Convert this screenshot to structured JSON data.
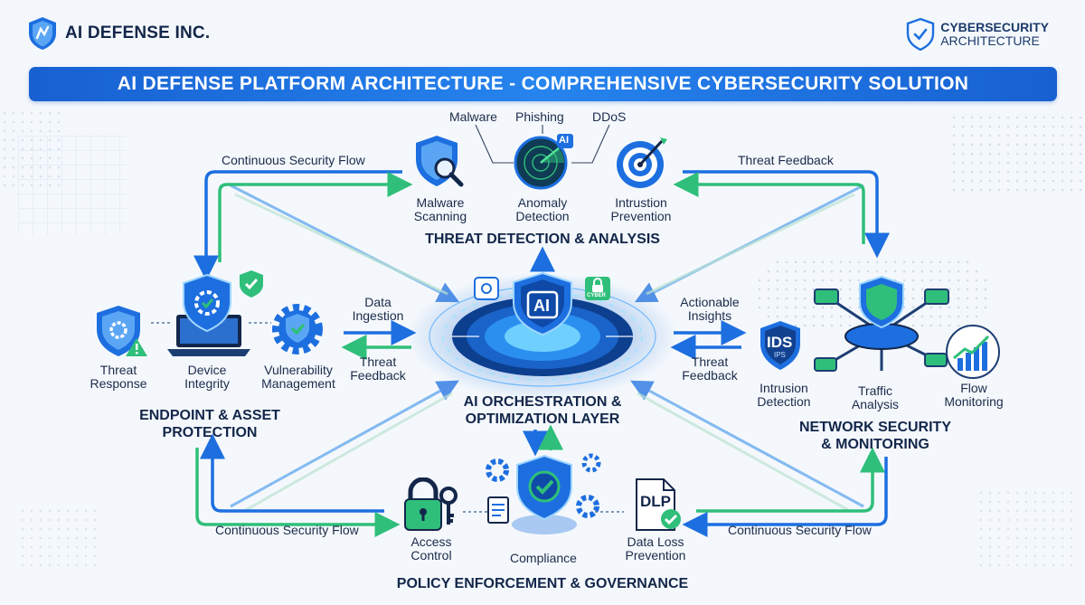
{
  "header": {
    "company": "AI DEFENSE INC.",
    "badge_line1": "CYBERSECURITY",
    "badge_line2": "ARCHITECTURE",
    "banner": "AI DEFENSE PLATFORM ARCHITECTURE - COMPREHENSIVE CYBERSECURITY SOLUTION"
  },
  "threat_detection": {
    "title": "THREAT DETECTION & ANALYSIS",
    "tags": [
      "Malware",
      "Phishing",
      "DDoS"
    ],
    "items": [
      {
        "line1": "Malware",
        "line2": "Scanning",
        "icon": "shield-magnifier-icon"
      },
      {
        "line1": "Anomaly",
        "line2": "Detection",
        "icon": "radar-icon"
      },
      {
        "line1": "Intrustion",
        "line2": "Prevention",
        "icon": "target-icon"
      }
    ],
    "radar_badge": "AI"
  },
  "core": {
    "title_line1": "AI ORCHESTRATION &",
    "title_line2": "OPTIMIZATION LAYER",
    "shield_text": "AI",
    "badge": "CYBER"
  },
  "endpoint": {
    "title_line1": "ENDPOINT & ASSET",
    "title_line2": "PROTECTION",
    "items": [
      {
        "line1": "Threat",
        "line2": "Response",
        "icon": "shield-gear-warning-icon"
      },
      {
        "line1": "Device",
        "line2": "Integrity",
        "icon": "laptop-shield-icon"
      },
      {
        "line1": "Vulnerability",
        "line2": "Management",
        "icon": "gear-shield-icon"
      }
    ]
  },
  "network": {
    "title_line1": "NETWORK SECURITY",
    "title_line2": "& MONITORING",
    "ids": "IDS",
    "ips": "IPS",
    "items": [
      {
        "line1": "Intrusion",
        "line2": "Detection",
        "icon": "ids-shield-icon"
      },
      {
        "line1": "Traffic",
        "line2": "Analysis",
        "icon": "network-hub-icon"
      },
      {
        "line1": "Flow",
        "line2": "Monitoring",
        "icon": "chart-icon"
      }
    ]
  },
  "policy": {
    "title": "POLICY ENFORCEMENT & GOVERNANCE",
    "dlp": "DLP",
    "items": [
      {
        "line1": "Access",
        "line2": "Control",
        "icon": "padlock-keys-icon"
      },
      {
        "line1": "Compliance",
        "line2": "",
        "icon": "check-shield-icon"
      },
      {
        "line1": "Data Loss",
        "line2": "Prevention",
        "icon": "dlp-document-icon"
      }
    ]
  },
  "flows": {
    "top_left": "Continuous Security Flow",
    "top_right": "Threat Feedback",
    "bottom_left": "Continuous Security Flow",
    "bottom_right": "Continuous Security Flow",
    "left_in_1": "Data",
    "left_in_2": "Ingestion",
    "left_out_1": "Threat",
    "left_out_2": "Feedback",
    "right_out_1": "Actionable",
    "right_out_2": "Insights",
    "right_in_1": "Threat",
    "right_in_2": "Feedback"
  },
  "colors": {
    "blue": "#1d6fe0",
    "green": "#2fbf7a",
    "navy": "#13264a",
    "banner": "#1f74e6"
  }
}
